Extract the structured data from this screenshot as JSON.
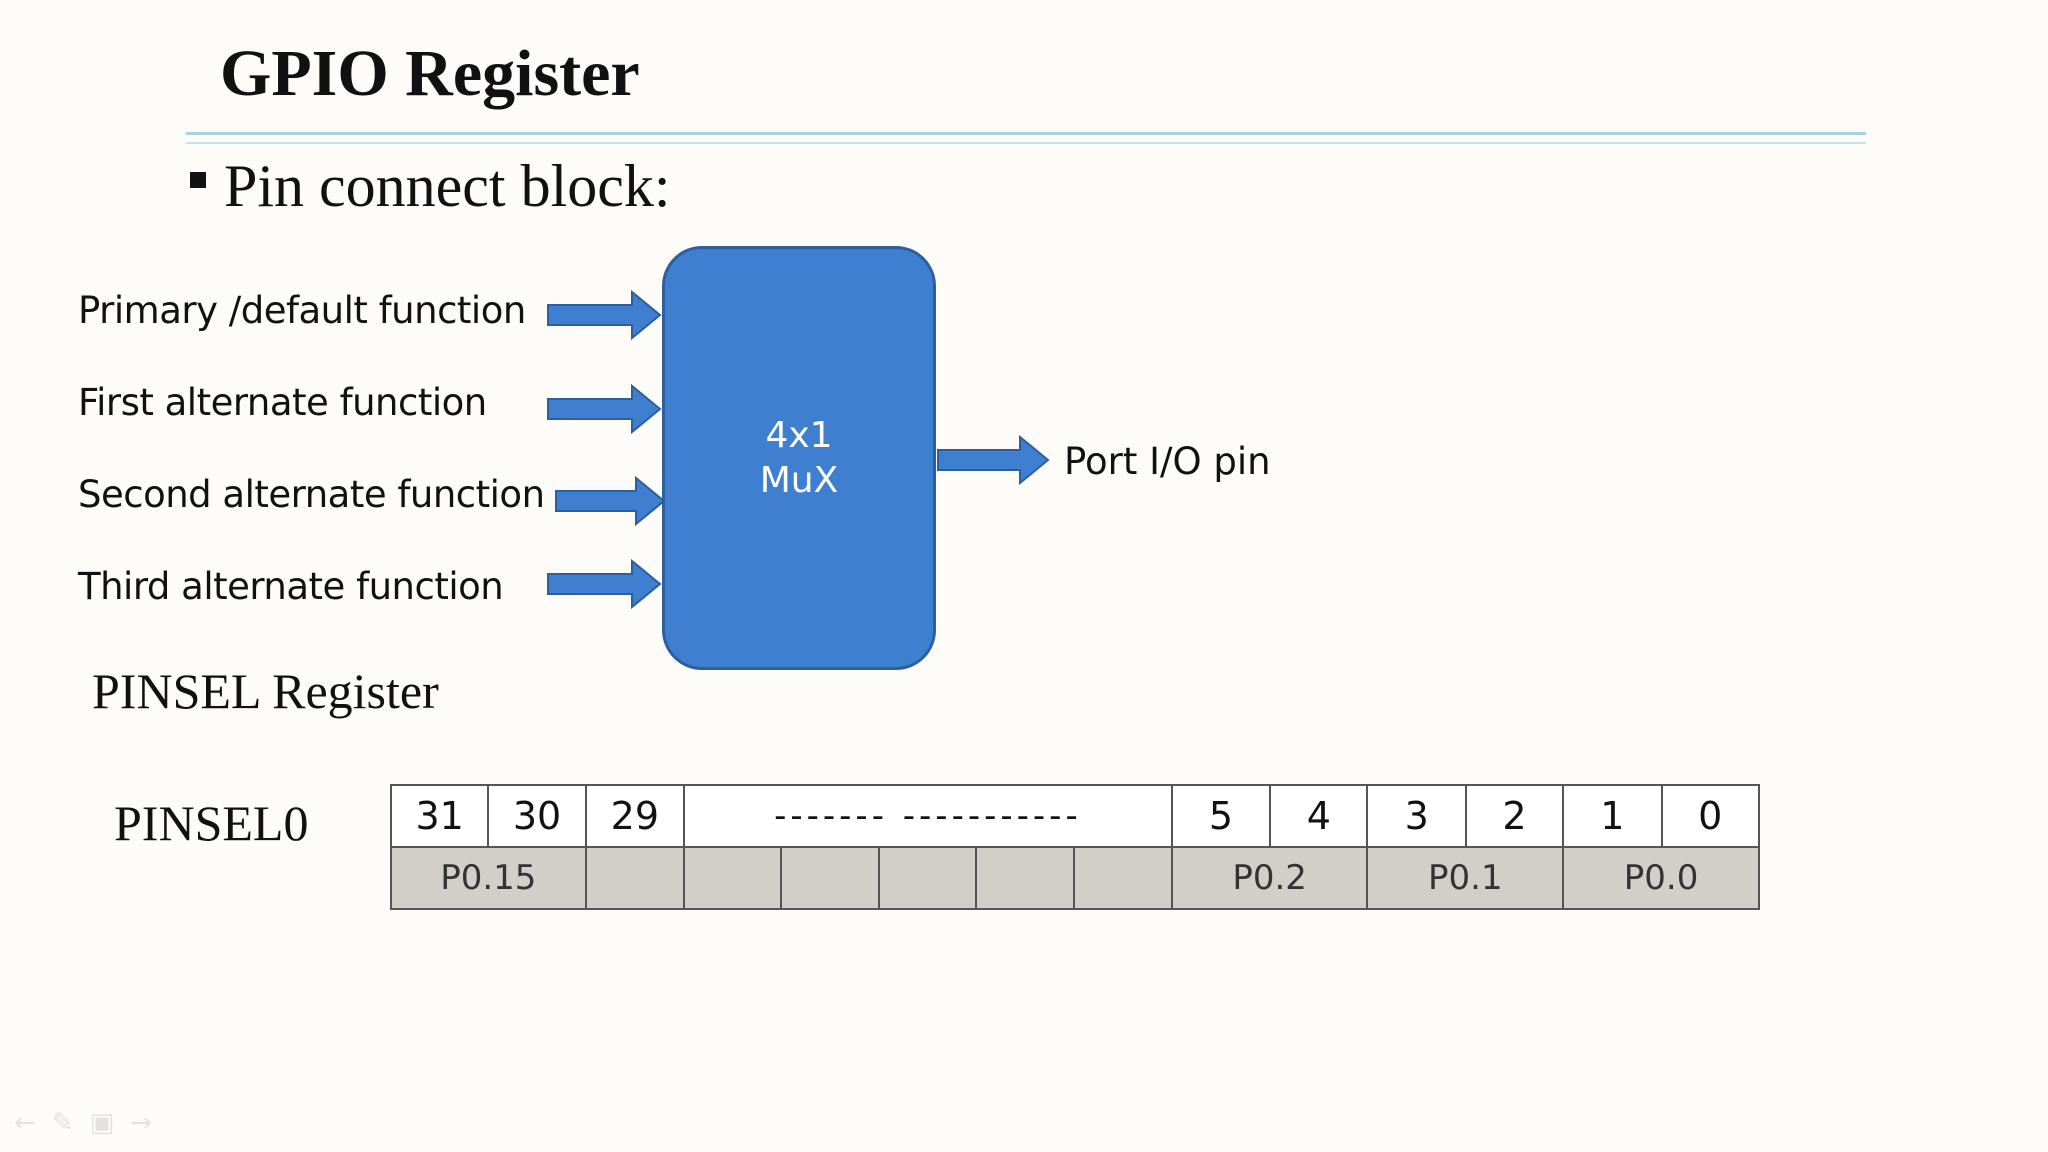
{
  "slide": {
    "title": "GPIO Register",
    "bullet": "Pin connect block:",
    "inputs": [
      "Primary /default function",
      "First alternate function",
      "Second alternate function",
      "Third alternate function"
    ],
    "mux": {
      "line1": "4x1",
      "line2": "MuX"
    },
    "output": "Port I/O pin",
    "section_title": "PINSEL Register",
    "register": {
      "name": "PINSEL0",
      "bits": [
        "31",
        "30",
        "29",
        "------- -----------",
        "5",
        "4",
        "3",
        "2",
        "1",
        "0"
      ],
      "pins": [
        "P0.15",
        "",
        "",
        "",
        "",
        "",
        "",
        "P0.2",
        "P0.1",
        "P0.0"
      ]
    }
  },
  "colors": {
    "mux_fill": "#3f7fd0",
    "arrow": "#3f7fd0",
    "rule": "#a9d3dc",
    "pin_row": "#d2cfc9"
  }
}
